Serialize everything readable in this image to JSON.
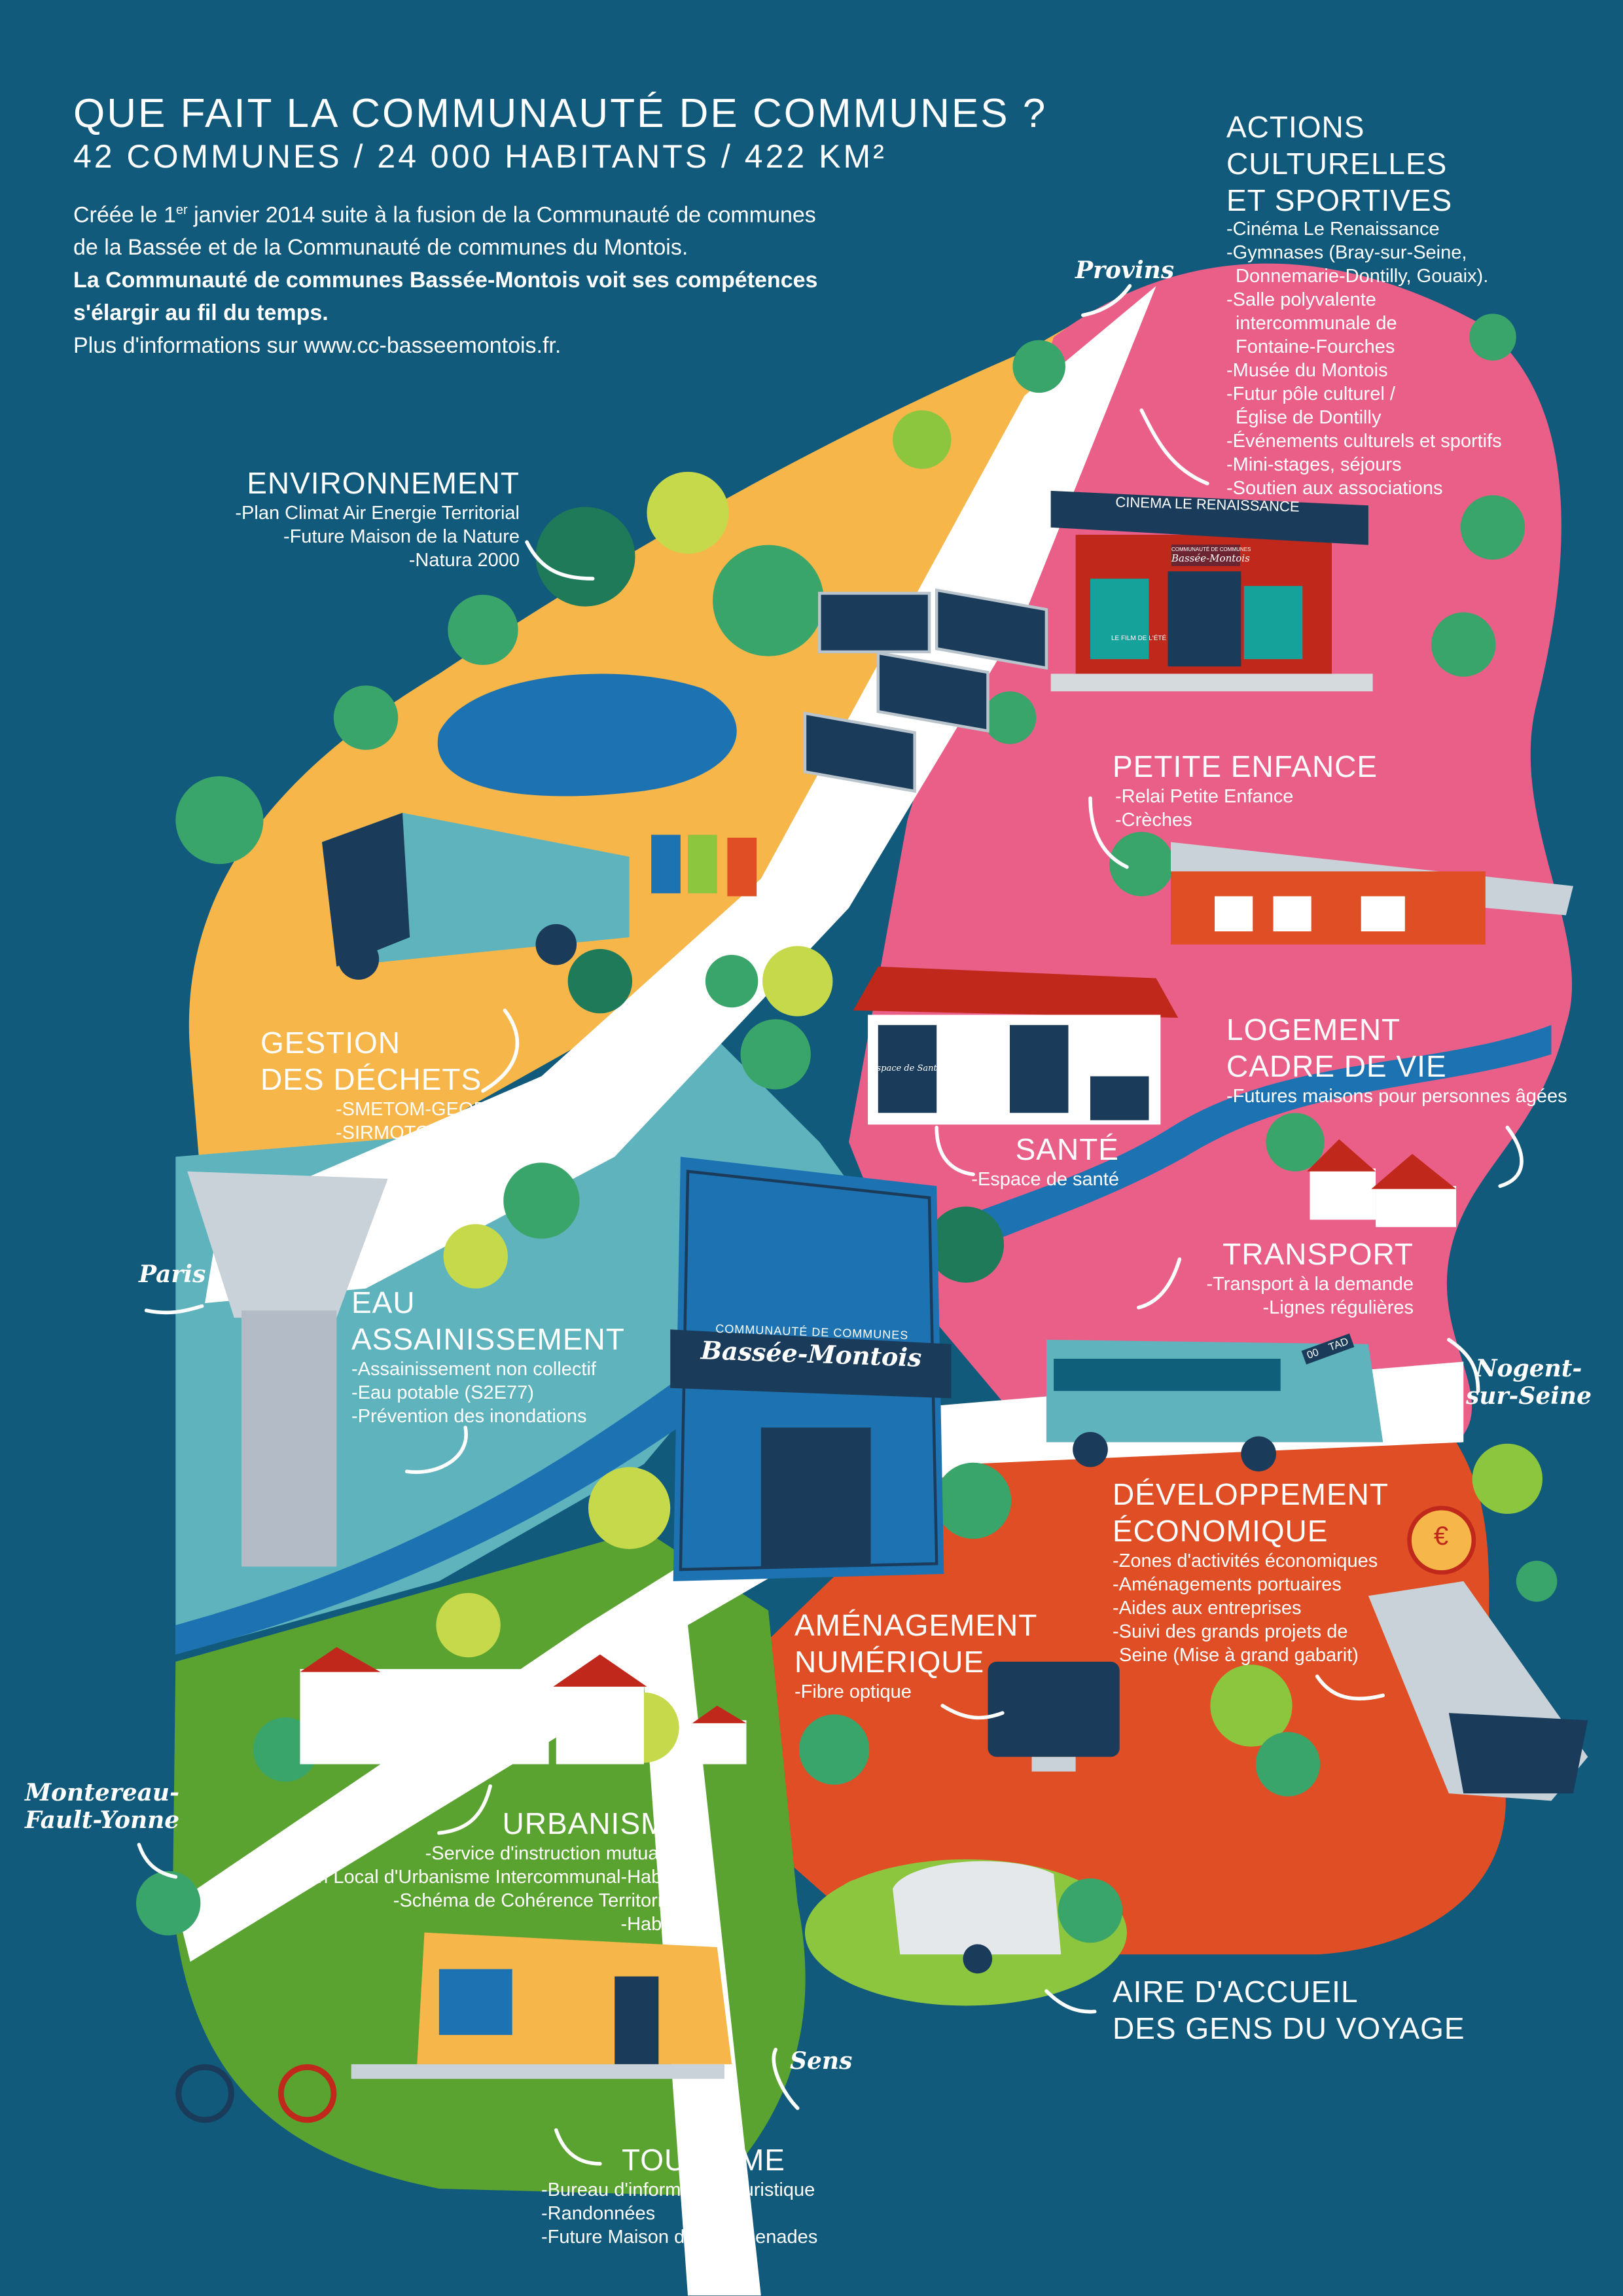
{
  "header": {
    "title": "QUE FAIT LA COMMUNAUTÉ DE COMMUNES ?",
    "stats": "42 COMMUNES / 24 000 HABITANTS / 422 KM²",
    "intro_1a": "Créée le 1",
    "intro_1sup": "er",
    "intro_1b": " janvier 2014 suite à la fusion de la Communauté de communes",
    "intro_2": "de la Bassée et de la Communauté de communes du Montois.",
    "intro_3": "La Communauté de communes Bassée-Montois voit ses compétences",
    "intro_4": "s'élargir au fil du temps.",
    "intro_5": "Plus d'informations sur www.cc-basseemontois.fr."
  },
  "cities": {
    "provins": "Provins",
    "paris": "Paris",
    "nogent": "Nogent-\nsur-Seine",
    "montereau": "Montereau-\nFault-Yonne",
    "sens": "Sens"
  },
  "sections": {
    "culture": {
      "title": "ACTIONS\nCULTURELLES\nET SPORTIVES",
      "items": [
        "-Cinéma Le Renaissance",
        "-Gymnases (Bray-sur-Seine,",
        "Donnemarie-Dontilly, Gouaix).",
        "-Salle polyvalente",
        "intercommunale de",
        "Fontaine-Fourches",
        "-Musée du Montois",
        "-Futur pôle culturel /",
        "Église de Dontilly",
        "-Événements culturels et sportifs",
        "-Mini-stages, séjours",
        "-Soutien aux associations"
      ]
    },
    "environnement": {
      "title": "ENVIRONNEMENT",
      "items": [
        "-Plan Climat Air Energie Territorial",
        "-Future Maison de la Nature",
        "-Natura 2000"
      ]
    },
    "dechets": {
      "title": "GESTION\nDES DÉCHETS",
      "items": [
        "-SMETOM-GEODE",
        "-SIRMOTOM"
      ]
    },
    "petite_enfance": {
      "title": "PETITE ENFANCE",
      "items": [
        "-Relai Petite Enfance",
        "-Crèches"
      ]
    },
    "logement": {
      "title": "LOGEMENT\nCADRE DE VIE",
      "items": [
        "-Futures maisons pour personnes âgées"
      ]
    },
    "sante": {
      "title": "SANTÉ",
      "items": [
        "-Espace de santé"
      ]
    },
    "transport": {
      "title": "TRANSPORT",
      "items": [
        "-Transport à la demande",
        "-Lignes régulières"
      ]
    },
    "eau": {
      "title": "EAU\nASSAINISSEMENT",
      "items": [
        "-Assainissement non collectif",
        "-Eau potable (S2E77)",
        "-Prévention des inondations"
      ]
    },
    "economie": {
      "title": "DÉVELOPPEMENT\nÉCONOMIQUE",
      "items": [
        "-Zones d'activités économiques",
        "-Aménagements portuaires",
        "-Aides aux entreprises",
        "-Suivi des grands projets de",
        "Seine (Mise à grand gabarit)"
      ]
    },
    "numerique": {
      "title": "AMÉNAGEMENT\nNUMÉRIQUE",
      "items": [
        "-Fibre optique"
      ]
    },
    "urbanisme": {
      "title": "URBANISME",
      "items": [
        "-Service d'instruction mutualisé",
        "-Plan Local d'Urbanisme Intercommunal-Habitat",
        "-Schéma de Cohérence Territoriale",
        "-Habitat"
      ]
    },
    "voyage": {
      "title": "AIRE D'ACCUEIL\nDES GENS DU VOYAGE",
      "items": []
    },
    "tourisme": {
      "title": "TOURISME",
      "items": [
        "-Bureau d'information touristique",
        "-Randonnées",
        "-Future Maison des Promenades"
      ]
    }
  },
  "signs": {
    "cinema": "CINEMA LE RENAISSANCE",
    "cinema_brand_top": "COMMUNAUTÉ DE COMMUNES",
    "cinema_brand": "Bassée-Montois",
    "poster": "LE FILM DE L'ÉTÉ",
    "sante": "Espace de Santé",
    "hq_top": "COMMUNAUTÉ DE COMMUNES",
    "hq_name": "Bassée-Montois",
    "bus": "00    TAD",
    "euro": "€"
  },
  "colors": {
    "background": "#115a7b",
    "orange": "#f6b64a",
    "pink": "#e95f88",
    "teal": "#5fb3bd",
    "red_orange": "#e04e25",
    "green": "#5ba331"
  }
}
